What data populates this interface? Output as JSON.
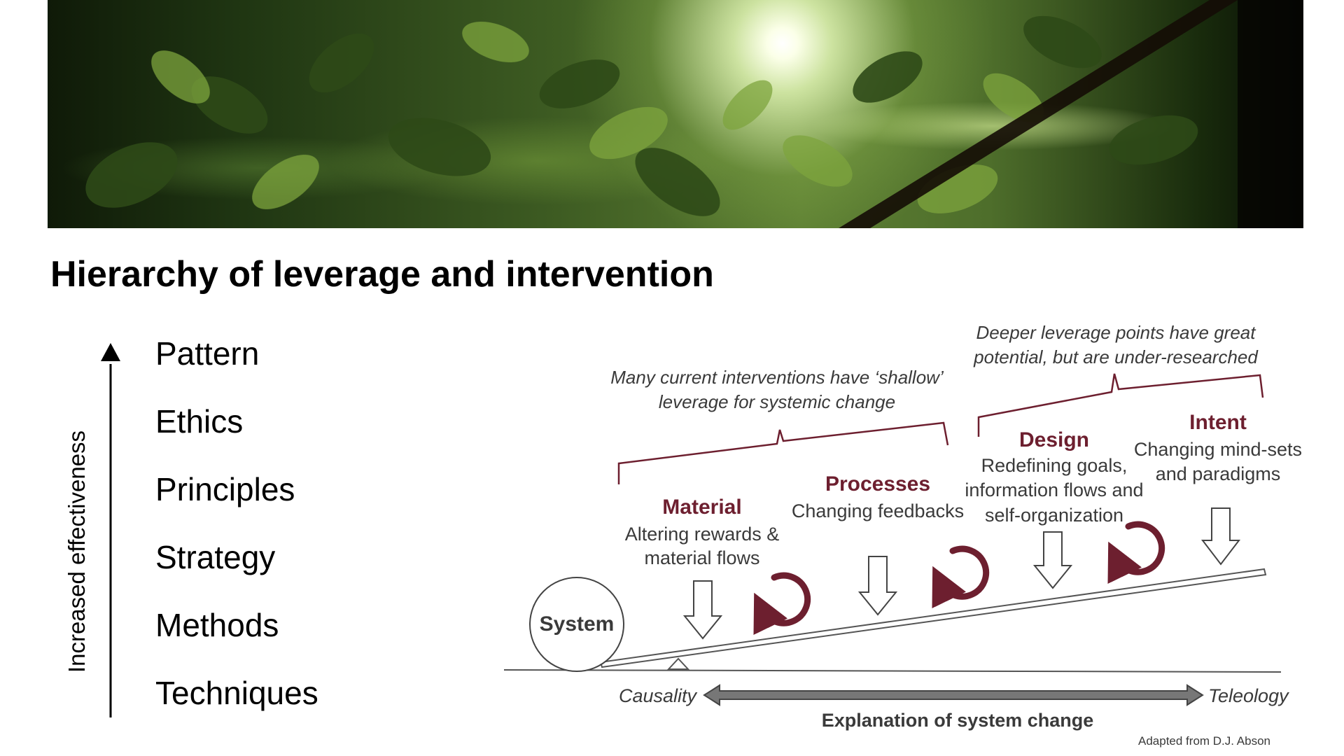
{
  "page": {
    "title": "Hierarchy of leverage and intervention"
  },
  "hierarchy": {
    "axis_label": "Increased effectiveness",
    "items": [
      "Pattern",
      "Ethics",
      "Principles",
      "Strategy",
      "Methods",
      "Techniques"
    ]
  },
  "diagram": {
    "shallow_note": [
      "Many current interventions have ‘shallow’",
      "leverage for systemic change"
    ],
    "deep_note": [
      "Deeper leverage points have great",
      "potential, but are under-researched"
    ],
    "material": {
      "title": "Material",
      "desc": [
        "Altering rewards &",
        "material flows"
      ]
    },
    "processes": {
      "title": "Processes",
      "desc": [
        "Changing feedbacks"
      ]
    },
    "design": {
      "title": "Design",
      "desc": [
        "Redefining goals,",
        "information flows and",
        "self-organization"
      ]
    },
    "intent": {
      "title": "Intent",
      "desc": [
        "Changing mind-sets",
        "and paradigms"
      ]
    },
    "system_label": "System",
    "axis_left": "Causality",
    "axis_right": "Teleology",
    "axis_caption": "Explanation of system change",
    "credit": "Adapted from D.J. Abson"
  },
  "colors": {
    "accent": "#6d1f2f",
    "gray_text": "#3a3a3a"
  }
}
